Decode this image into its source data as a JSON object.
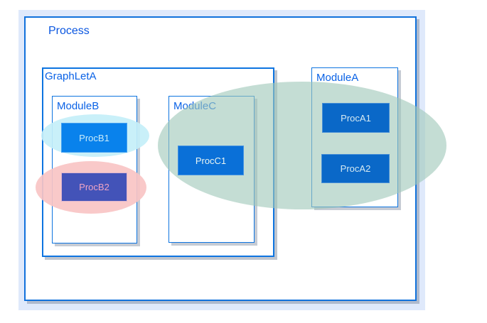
{
  "process": {
    "label": "Process"
  },
  "graphlet": {
    "label": "GraphLetA"
  },
  "modules": {
    "b": {
      "label": "ModuleB",
      "procs": {
        "b1": {
          "label": "ProcB1"
        },
        "b2": {
          "label": "ProcB2"
        }
      }
    },
    "c": {
      "label": "ModuleC",
      "procs": {
        "c1": {
          "label": "ProcC1"
        }
      }
    },
    "a": {
      "label": "ModuleA",
      "procs": {
        "a1": {
          "label": "ProcA1"
        },
        "a2": {
          "label": "ProcA2"
        }
      }
    }
  },
  "highlights": {
    "cyan_ellipse": "highlight around ProcB1",
    "pink_ellipse": "highlight around ProcB2",
    "teal_ellipse": "highlight spanning ModuleC and ModuleA"
  },
  "colors": {
    "label_blue": "#0A62E6",
    "border_blue": "#1071DB",
    "selection_backdrop": "#DFE9FB",
    "shadow_gray": "#8C94A0",
    "proc_b1_fill": "#0982EC",
    "proc_b2_fill": "#4353B8",
    "proc_c1_fill": "#0A70D8",
    "proc_a_fill": "#0A68C8",
    "cyan_highlight": "#C4EFF8",
    "pink_highlight": "#F8C4C4",
    "teal_highlight": "#A0C8BA"
  }
}
